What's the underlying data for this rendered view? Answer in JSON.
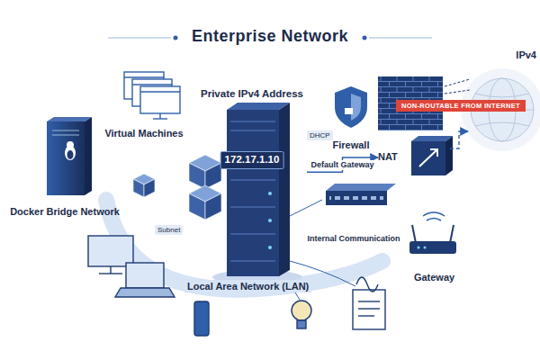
{
  "diagram": {
    "title": "Enterprise Network",
    "nodes": [
      {
        "text": [
          "Virtual Machines"
        ]
      },
      {
        "text": [
          "Private IPv4 Address",
          "172.17.1.10"
        ]
      },
      {
        "text": [
          "Firewall"
        ]
      },
      {
        "text": [
          "NAT"
        ]
      },
      {
        "text": [
          "IPv4"
        ]
      },
      {
        "text": [
          "Docker Bridge Network"
        ]
      },
      {
        "text": [
          "Gateway"
        ]
      }
    ],
    "edges": [
      {
        "from": 1,
        "to": 3,
        "label": "Default Gateway",
        "arrow": "to"
      },
      {
        "from": 1,
        "to": 6,
        "label": "Internal Communication",
        "arrow": "to"
      },
      {
        "from": 3,
        "to": 4,
        "arrow": "to"
      }
    ],
    "labels": [
      "NON-ROUTABLE FROM INTERNET",
      "DHCP",
      "Subnet",
      "Local Area Network (LAN)"
    ]
  }
}
